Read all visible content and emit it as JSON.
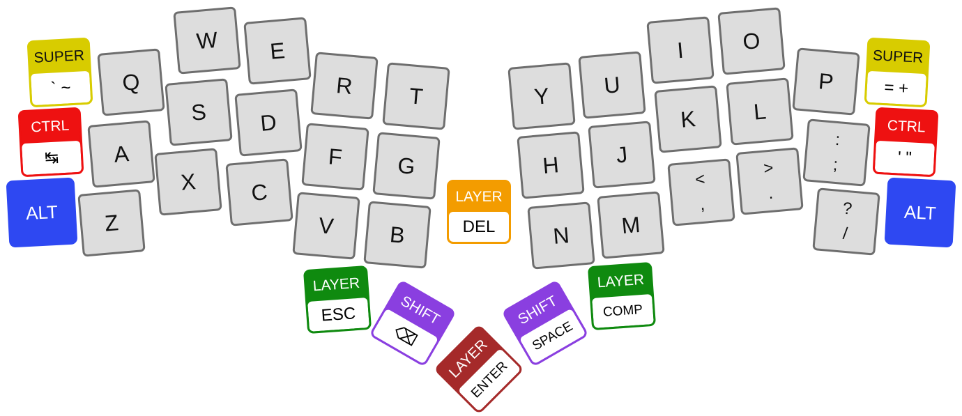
{
  "keyboard": {
    "alpha_keys": [
      {
        "name": "key-q",
        "label": "Q"
      },
      {
        "name": "key-w",
        "label": "W"
      },
      {
        "name": "key-e",
        "label": "E"
      },
      {
        "name": "key-r",
        "label": "R"
      },
      {
        "name": "key-t",
        "label": "T"
      },
      {
        "name": "key-a",
        "label": "A"
      },
      {
        "name": "key-s",
        "label": "S"
      },
      {
        "name": "key-d",
        "label": "D"
      },
      {
        "name": "key-f",
        "label": "F"
      },
      {
        "name": "key-g",
        "label": "G"
      },
      {
        "name": "key-z",
        "label": "Z"
      },
      {
        "name": "key-x",
        "label": "X"
      },
      {
        "name": "key-c",
        "label": "C"
      },
      {
        "name": "key-v",
        "label": "V"
      },
      {
        "name": "key-b",
        "label": "B"
      },
      {
        "name": "key-y",
        "label": "Y"
      },
      {
        "name": "key-u",
        "label": "U"
      },
      {
        "name": "key-i",
        "label": "I"
      },
      {
        "name": "key-o",
        "label": "O"
      },
      {
        "name": "key-p",
        "label": "P"
      },
      {
        "name": "key-h",
        "label": "H"
      },
      {
        "name": "key-j",
        "label": "J"
      },
      {
        "name": "key-k",
        "label": "K"
      },
      {
        "name": "key-l",
        "label": "L"
      },
      {
        "name": "key-n",
        "label": "N"
      },
      {
        "name": "key-m",
        "label": "M"
      }
    ],
    "symbol_keys": [
      {
        "name": "key-semicolon",
        "shifted": ":",
        "base": ";"
      },
      {
        "name": "key-comma",
        "shifted": "<",
        "base": ","
      },
      {
        "name": "key-period",
        "shifted": ">",
        "base": "."
      },
      {
        "name": "key-slash",
        "shifted": "?",
        "base": "/"
      }
    ],
    "mod_keys": [
      {
        "name": "left-super-key",
        "hold": "SUPER",
        "tap": "` ~",
        "color": "#d8cc00"
      },
      {
        "name": "left-ctrl-key",
        "hold": "CTRL",
        "tap": "↹",
        "color": "#ee1111"
      },
      {
        "name": "right-super-key",
        "hold": "SUPER",
        "tap": "= +",
        "color": "#d8cc00"
      },
      {
        "name": "right-ctrl-key",
        "hold": "CTRL",
        "tap": "' \"",
        "color": "#ee1111"
      }
    ],
    "alt_keys": [
      {
        "name": "left-alt-key",
        "label": "ALT",
        "color": "#2e48f2"
      },
      {
        "name": "right-alt-key",
        "label": "ALT",
        "color": "#2e48f2"
      }
    ],
    "thumb_keys": [
      {
        "name": "thumb-layer-del-key",
        "hold": "LAYER",
        "tap": "DEL",
        "color": "#f39c00"
      },
      {
        "name": "thumb-layer-esc-key",
        "hold": "LAYER",
        "tap": "ESC",
        "color": "#0f8a0f"
      },
      {
        "name": "thumb-shift-backspace-key",
        "hold": "SHIFT",
        "tap": "⌫",
        "color": "#8a3fe0"
      },
      {
        "name": "thumb-layer-enter-key",
        "hold": "LAYER",
        "tap": "ENTER",
        "color": "#a52a2a"
      },
      {
        "name": "thumb-shift-space-key",
        "hold": "SHIFT",
        "tap": "SPACE",
        "color": "#8a3fe0"
      },
      {
        "name": "thumb-layer-comp-key",
        "hold": "LAYER",
        "tap": "COMP",
        "color": "#0f8a0f"
      }
    ]
  }
}
